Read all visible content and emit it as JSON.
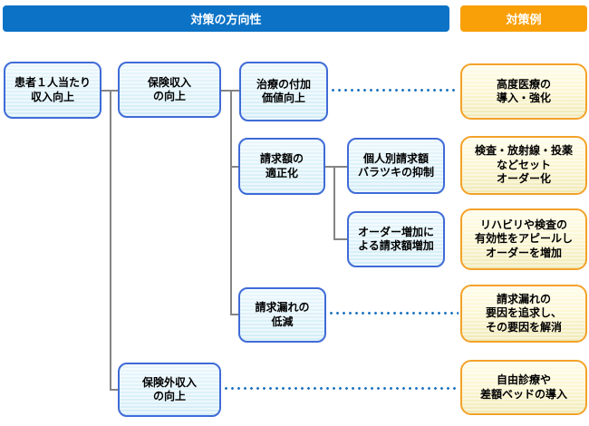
{
  "title_bar": {
    "direction_header": "対策の方向性",
    "examples_header": "対策例"
  },
  "colors": {
    "header_blue": "#0B72C6",
    "header_orange": "#F9A008",
    "blue_box_border": "#3F6BD7",
    "blue_box_fill": "#DFF3FB",
    "yellow_box_border": "#F3A229",
    "yellow_box_fill": "#FBF5CF",
    "connector_gray": "#848484",
    "dotted_line_blue": "#1F74C0"
  },
  "direction_nodes": {
    "patient_revenue": "患者１人当たり\n収入向上",
    "insurance_revenue": "保険収入\nの向上",
    "treatment_value": "治療の付加\n価値向上",
    "billing_optimization": "請求額の\n適正化",
    "individual_billing_variation": "個人別請求額\nバラツキの抑制",
    "order_increase_billing": "オーダー増加に\nよる請求額増加",
    "billing_omission_reduction": "請求漏れの\n低減",
    "non_insurance_revenue": "保険外収入\nの向上"
  },
  "example_nodes": {
    "advanced_medical": "高度医療の\n導入・強化",
    "set_orders": "検査・放射線・投薬\nなどセット\nオーダー化",
    "rehab_appeal": "リハビリや検査の\n有効性をアピールし\nオーダーを増加",
    "omission_cause": "請求漏れの\n要因を追求し、\nその要因を解消",
    "free_practice": "自由診療や\n差額ベッドの導入"
  }
}
